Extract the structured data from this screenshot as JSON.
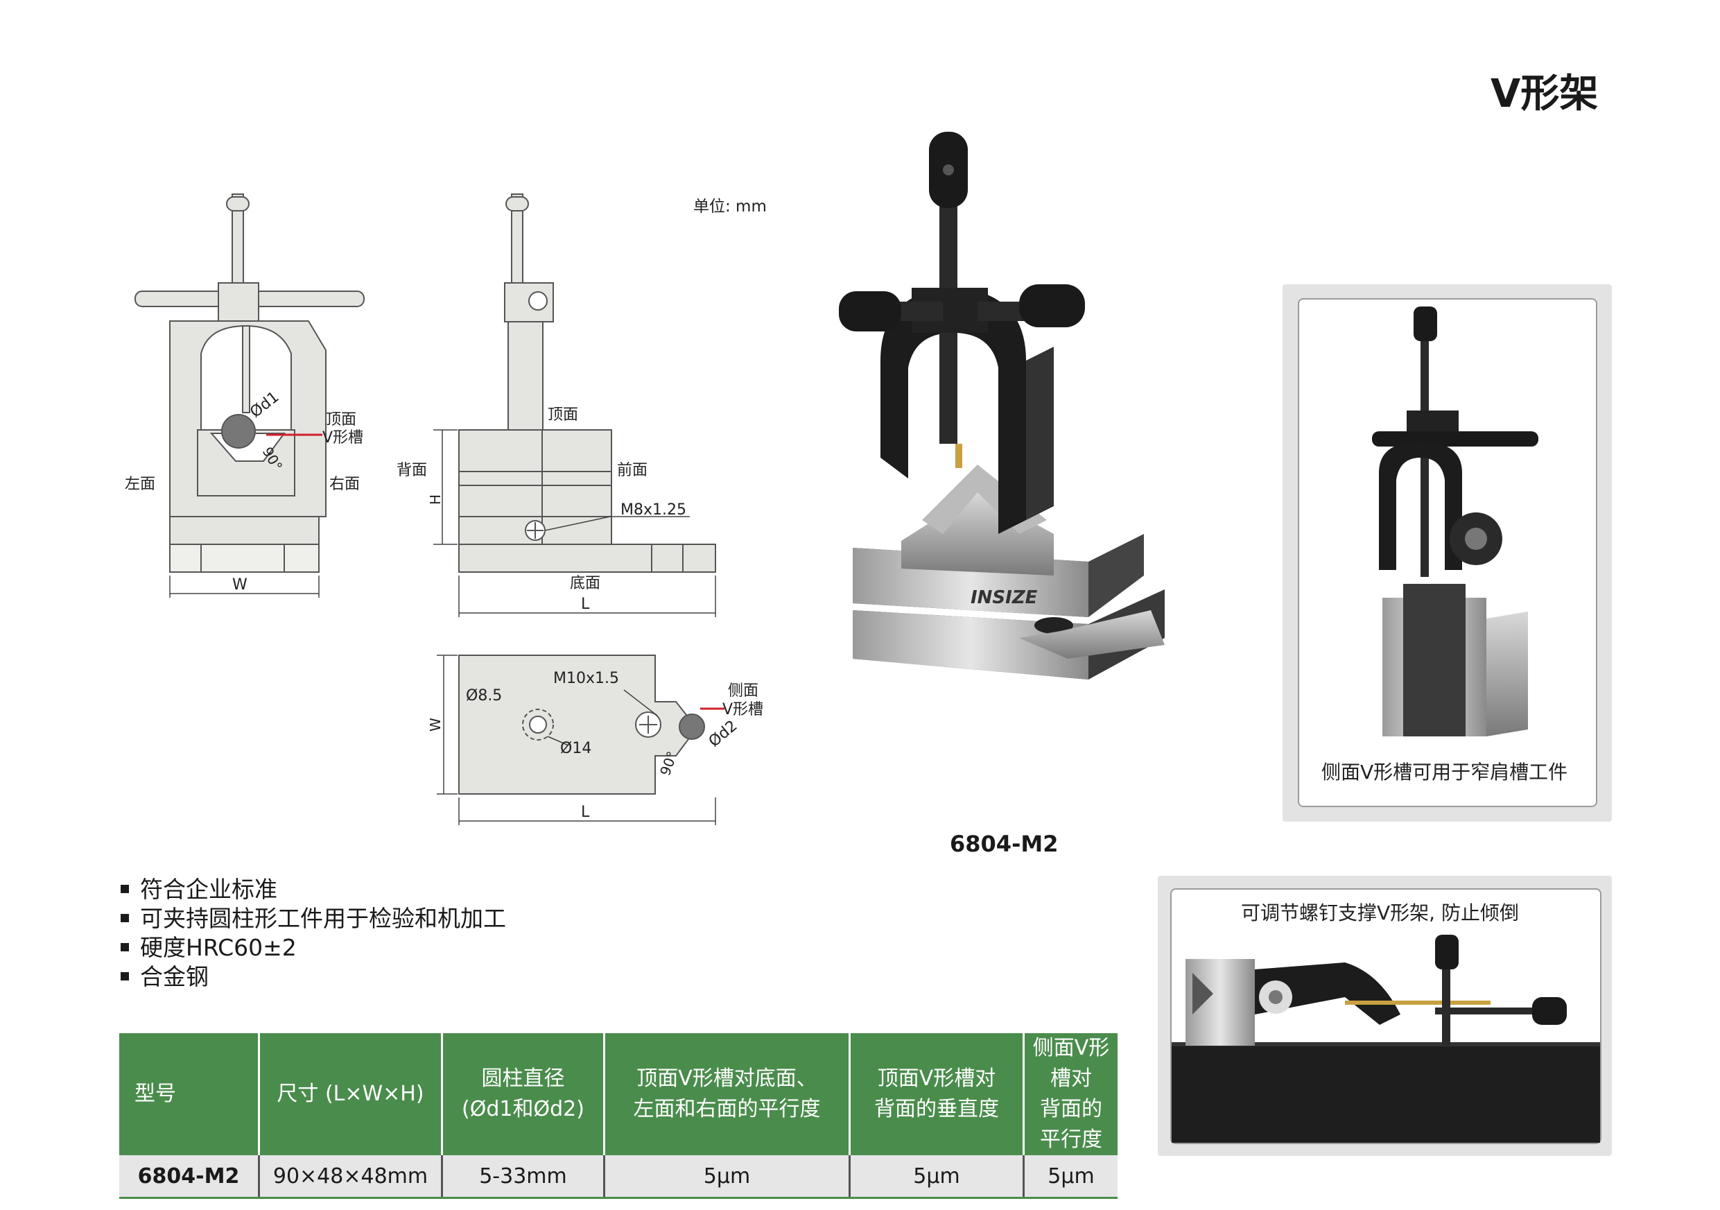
{
  "page_title": "V形架",
  "unit_label": "单位: mm",
  "drawing": {
    "front": {
      "d1": "Ød1",
      "top_face": "顶面",
      "v_groove": "V形槽",
      "angle": "90°",
      "left_face": "左面",
      "right_face": "右面",
      "w": "W"
    },
    "side": {
      "top_face": "顶面",
      "back_face": "背面",
      "front_face": "前面",
      "h": "H",
      "thread": "M8x1.25",
      "bottom_face": "底面",
      "l": "L"
    },
    "bottom": {
      "hole": "Ø8.5",
      "thread": "M10x1.5",
      "side_face": "侧面",
      "v_groove": "V形槽",
      "d2": "Ød2",
      "cbore": "Ø14",
      "angle": "90°",
      "w": "W",
      "l": "L"
    }
  },
  "product": {
    "logo": "INSIZE",
    "model": "6804-M2"
  },
  "photo_right_caption": "侧面V形槽可用于窄肩槽工件",
  "photo_bottom_caption": "可调节螺钉支撑V形架, 防止倾倒",
  "features": [
    "符合企业标准",
    "可夹持圆柱形工件用于检验和机加工",
    "硬度HRC60±2",
    "合金钢"
  ],
  "table": {
    "headers": [
      [
        "型号"
      ],
      [
        "尺寸 (L×W×H)"
      ],
      [
        "圆柱直径",
        "(Ød1和Ød2)"
      ],
      [
        "顶面V形槽对底面、",
        "左面和右面的平行度"
      ],
      [
        "顶面V形槽对",
        "背面的垂直度"
      ],
      [
        "侧面V形槽对",
        "背面的平行度"
      ]
    ],
    "rows": [
      [
        "6804-M2",
        "90×48×48mm",
        "5-33mm",
        "5μm",
        "5μm",
        "5μm"
      ]
    ]
  },
  "colors": {
    "header_green": "#4a8c4c",
    "drawing_fill": "#e4e4e0",
    "red_leader": "#d0202a"
  }
}
